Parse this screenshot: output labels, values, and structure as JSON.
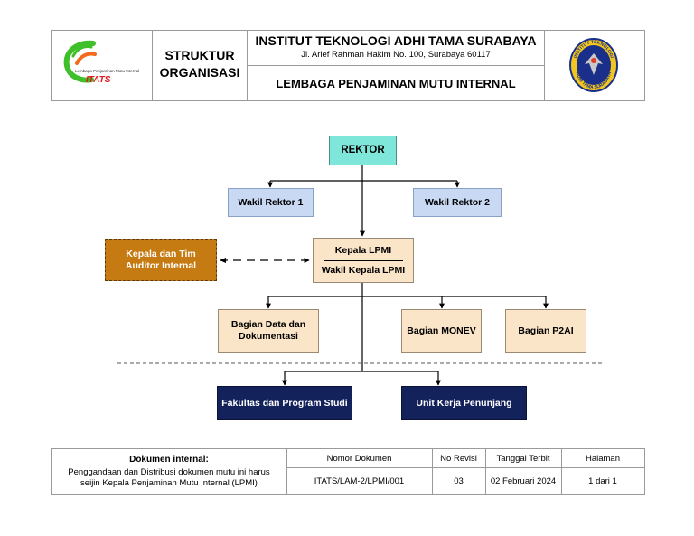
{
  "header": {
    "logo_tagline": "Lembaga Penjaminan Mutu Internal",
    "logo_name": "ITATS",
    "struktur_line1": "STRUKTUR",
    "struktur_line2": "ORGANISASI",
    "institution": "INSTITUT TEKNOLOGI ADHI TAMA SURABAYA",
    "address": "Jl.  Arief Rahman Hakim  No. 100, Surabaya 60117",
    "unit_title": "LEMBAGA PENJAMINAN MUTU INTERNAL",
    "seal_top": "INSTITUT TEKNOLOGI",
    "seal_bottom": "ADHI TAMA SURABAYA"
  },
  "org": {
    "rektor": "REKTOR",
    "wakil_rektor_1": "Wakil Rektor 1",
    "wakil_rektor_2": "Wakil Rektor 2",
    "kepala_lpmi": "Kepala LPMI",
    "wakil_kepala_lpmi": "Wakil Kepala LPMI",
    "auditor_line1": "Kepala dan Tim",
    "auditor_line2": "Auditor Internal",
    "bagian_data_line1": "Bagian Data dan",
    "bagian_data_line2": "Dokumentasi",
    "bagian_monev": "Bagian MONEV",
    "bagian_p2ai": "Bagian P2AI",
    "fakultas": "Fakultas dan Program Studi",
    "unit_kerja": "Unit Kerja Penunjang"
  },
  "footer": {
    "doc_internal_title": "Dokumen internal:",
    "doc_internal_line1": "Penggandaan dan Distribusi dokumen mutu ini harus",
    "doc_internal_line2": "seijin Kepala Penjaminan Mutu Internal (LPMI)",
    "col_nomor": "Nomor Dokumen",
    "col_revisi": "No Revisi",
    "col_tanggal": "Tanggal Terbit",
    "col_halaman": "Halaman",
    "val_nomor": "ITATS/LAM-2/LPMI/001",
    "val_revisi": "03",
    "val_tanggal": "02 Februari 2024",
    "val_halaman": "1  dari  1"
  },
  "colors": {
    "rektor": "#7fe7d9",
    "wakil": "#c9d9f3",
    "kepala": "#fbe5c8",
    "auditor": "#c57a12",
    "navy": "#14225c"
  }
}
